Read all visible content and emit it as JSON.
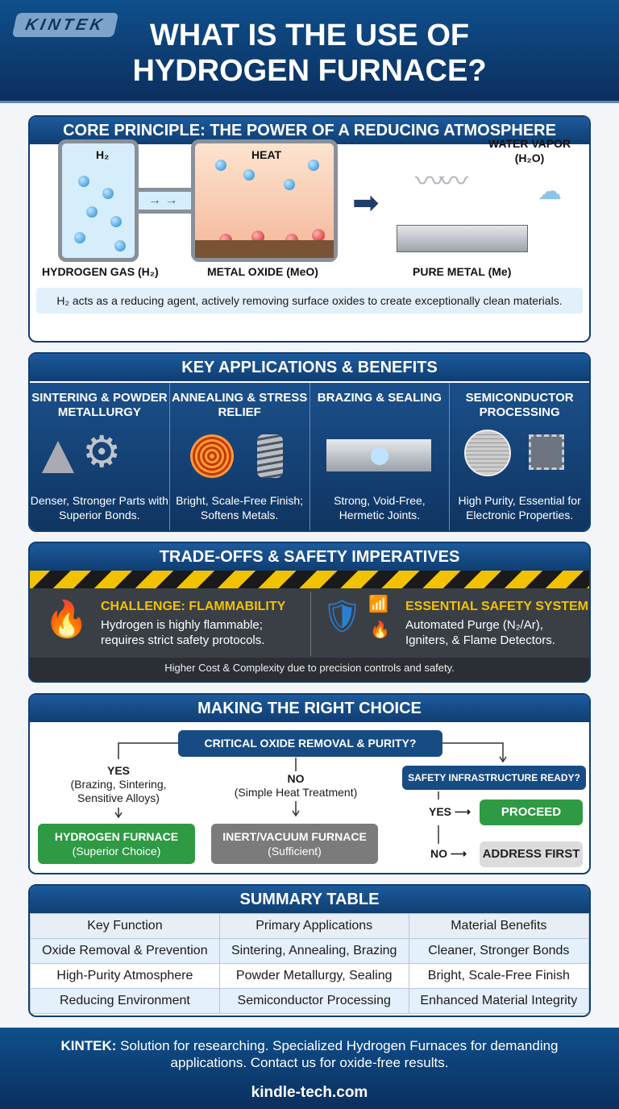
{
  "header": {
    "logo": "KINTEK",
    "title": "WHAT IS THE USE OF HYDROGEN FURNACE?"
  },
  "principle": {
    "title": "CORE PRINCIPLE: THE POWER OF A REDUCING ATMOSPHERE",
    "h2_label": "H₂",
    "heat_label": "HEAT",
    "water_label": "WATER VAPOR (H₂O)",
    "gas_caption": "HYDROGEN GAS (H₂)",
    "oxide_caption": "METAL OXIDE (MeO)",
    "pure_caption": "PURE METAL (Me)",
    "note": "H₂ acts as a reducing agent, actively removing surface oxides to create exceptionally clean materials."
  },
  "applications": {
    "title": "KEY APPLICATIONS & BENEFITS",
    "items": [
      {
        "title": "SINTERING & POWDER METALLURGY",
        "desc": "Denser, Stronger Parts with Superior Bonds.",
        "icon": "gear-icon"
      },
      {
        "title": "ANNEALING & STRESS RELIEF",
        "desc": "Bright, Scale-Free Finish; Softens Metals.",
        "icon": "coil-icon"
      },
      {
        "title": "BRAZING & SEALING",
        "desc": "Strong, Void-Free, Hermetic Joints.",
        "icon": "joint-icon"
      },
      {
        "title": "SEMICONDUCTOR PROCESSING",
        "desc": "High Purity, Essential for Electronic Properties.",
        "icon": "chip-icon"
      }
    ]
  },
  "tradeoffs": {
    "title": "TRADE-OFFS & SAFETY IMPERATIVES",
    "challenge_title": "CHALLENGE: FLAMMABILITY",
    "challenge_desc": "Hydrogen is highly flammable; requires strict safety protocols.",
    "safety_title": "ESSENTIAL SAFETY SYSTEMS",
    "safety_desc": "Automated Purge (N₂/Ar), Igniters, & Flame Detectors.",
    "footer": "Higher Cost & Complexity due to precision controls and safety.",
    "accent": "#f2c200"
  },
  "choice": {
    "title": "MAKING THE RIGHT CHOICE",
    "question": "CRITICAL OXIDE REMOVAL & PURITY?",
    "yes_label": "YES",
    "yes_detail": "(Brazing, Sintering, Sensitive Alloys)",
    "no_label": "NO",
    "no_detail": "(Simple Heat Treatment)",
    "hydrogen_title": "HYDROGEN FURNACE",
    "hydrogen_sub": "(Superior Choice)",
    "inert_title": "INERT/VACUUM FURNACE",
    "inert_sub": "(Sufficient)",
    "safety_question": "SAFETY INFRASTRUCTURE READY?",
    "safety_yes": "YES",
    "safety_no": "NO",
    "proceed": "PROCEED",
    "address": "ADDRESS FIRST",
    "green": "#2e9a44",
    "gray": "#7b7b7b"
  },
  "summary": {
    "title": "SUMMARY TABLE",
    "headers": [
      "Key Function",
      "Primary Applications",
      "Material Benefits"
    ],
    "rows": [
      [
        "Oxide Removal & Prevention",
        "Sintering, Annealing, Brazing",
        "Cleaner, Stronger Bonds"
      ],
      [
        "High-Purity Atmosphere",
        "Powder Metallurgy, Sealing",
        "Bright, Scale-Free Finish"
      ],
      [
        "Reducing Environment",
        "Semiconductor Processing",
        "Enhanced Material Integrity"
      ]
    ]
  },
  "footer": {
    "brand": "KINTEK:",
    "text": " Solution for researching. Specialized Hydrogen Furnaces for demanding applications. Contact us for oxide-free results.",
    "url": "kindle-tech.com"
  }
}
